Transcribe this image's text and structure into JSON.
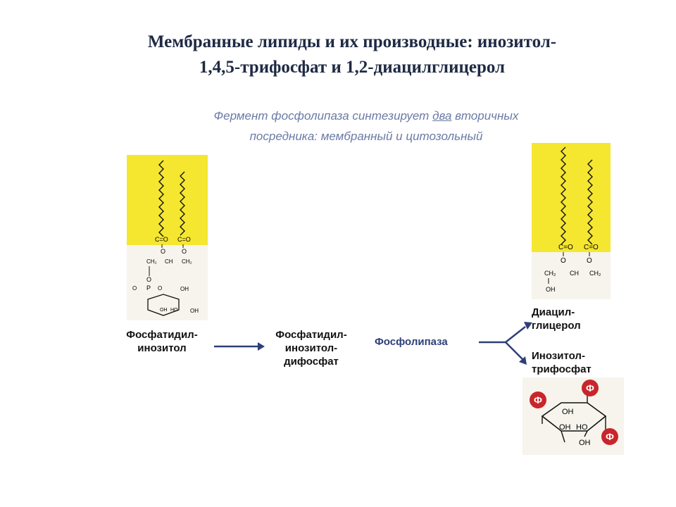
{
  "title": {
    "line1": "Мембранные липиды и их производные: инозитол-",
    "line2": "1,4,5-трифосфат и 1,2-диацилглицерол"
  },
  "subtitle": {
    "part1": "Фермент фосфолипаза  синтезирует ",
    "underlined": "два",
    "part2": " вторичных",
    "line2": "посредника: мембранный и цитозольный"
  },
  "labels": {
    "pi_line1": "Фосфатидил-",
    "pi_line2": "инозитол",
    "pip2_line1": "Фосфатидил-",
    "pip2_line2": "инозитол-",
    "pip2_line3": "дифосфат",
    "enzyme": "Фосфолипаза",
    "dag_line1": "Диацил-",
    "dag_line2": "глицерол",
    "ip3_line1": "Инозитол-",
    "ip3_line2": "трифосфат"
  },
  "structure_text": {
    "carbonyl": "C=O",
    "oxygen": "O",
    "glycerol_left": "CH₂",
    "glycerol_mid": "CH",
    "glycerol_right": "CH₂",
    "oh": "OH",
    "ho": "HO",
    "phosphate_mark": "Ф",
    "phosphorus": "P"
  },
  "colors": {
    "membrane_yellow": "#f5e630",
    "arrow_blue": "#2e3f78",
    "phosphate_red": "#c8262b",
    "subtitle": "#6b7aa6"
  }
}
